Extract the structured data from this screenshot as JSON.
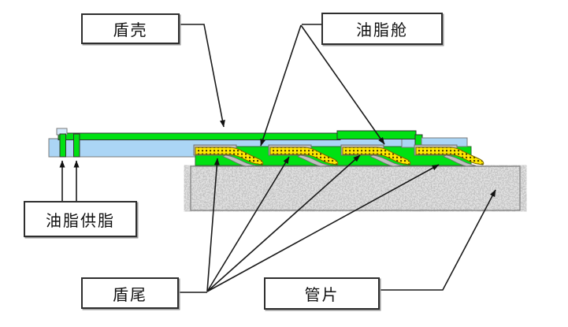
{
  "labels": {
    "shield_shell": "盾壳",
    "grease_chamber": "油脂舱",
    "grease_supply": "油脂供脂",
    "shield_tail": "盾尾",
    "segment": "管片"
  },
  "colors": {
    "shell-blue": "#abd5f5",
    "grease-green": "#00e112",
    "brush-yellow": "#ffe800",
    "holder-gray": "#bfbfbf",
    "concrete-gray": "#cbcbcb",
    "outline-dark": "#1a1a1a"
  }
}
